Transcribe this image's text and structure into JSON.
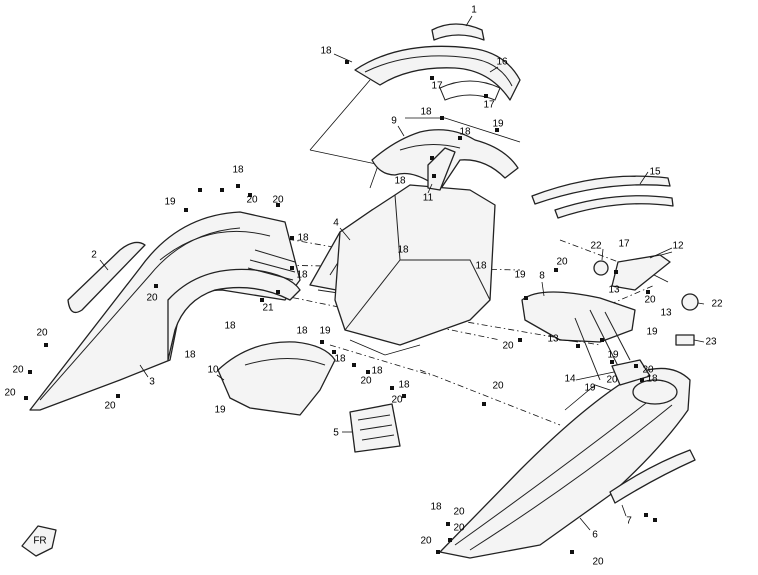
{
  "diagram": {
    "callouts": [
      {
        "id": "c1",
        "text": "1"
      },
      {
        "id": "c2",
        "text": "2"
      },
      {
        "id": "c3",
        "text": "3"
      },
      {
        "id": "c4",
        "text": "4"
      },
      {
        "id": "c5",
        "text": "5"
      },
      {
        "id": "c6",
        "text": "6"
      },
      {
        "id": "c7",
        "text": "7"
      },
      {
        "id": "c8",
        "text": "8"
      },
      {
        "id": "c9",
        "text": "9"
      },
      {
        "id": "c10",
        "text": "10"
      },
      {
        "id": "c11",
        "text": "11"
      },
      {
        "id": "c12",
        "text": "12"
      },
      {
        "id": "c13a",
        "text": "13"
      },
      {
        "id": "c13b",
        "text": "13"
      },
      {
        "id": "c13c",
        "text": "13"
      },
      {
        "id": "c14",
        "text": "14"
      },
      {
        "id": "c15",
        "text": "15"
      },
      {
        "id": "c16",
        "text": "16"
      },
      {
        "id": "c17a",
        "text": "17"
      },
      {
        "id": "c17b",
        "text": "17"
      },
      {
        "id": "c17c",
        "text": "17"
      },
      {
        "id": "c18a",
        "text": "18"
      },
      {
        "id": "c18b",
        "text": "18"
      },
      {
        "id": "c18c",
        "text": "18"
      },
      {
        "id": "c18d",
        "text": "18"
      },
      {
        "id": "c18e",
        "text": "18"
      },
      {
        "id": "c18f",
        "text": "18"
      },
      {
        "id": "c18g",
        "text": "18"
      },
      {
        "id": "c18h",
        "text": "18"
      },
      {
        "id": "c18i",
        "text": "18"
      },
      {
        "id": "c18j",
        "text": "18"
      },
      {
        "id": "c18k",
        "text": "18"
      },
      {
        "id": "c18l",
        "text": "18"
      },
      {
        "id": "c18m",
        "text": "18"
      },
      {
        "id": "c18n",
        "text": "18"
      },
      {
        "id": "c18o",
        "text": "18"
      },
      {
        "id": "c18p",
        "text": "18"
      },
      {
        "id": "c18q",
        "text": "18"
      },
      {
        "id": "c19a",
        "text": "19"
      },
      {
        "id": "c19b",
        "text": "19"
      },
      {
        "id": "c19c",
        "text": "19"
      },
      {
        "id": "c19d",
        "text": "19"
      },
      {
        "id": "c19e",
        "text": "19"
      },
      {
        "id": "c19f",
        "text": "19"
      },
      {
        "id": "c19g",
        "text": "19"
      },
      {
        "id": "c19h",
        "text": "19"
      },
      {
        "id": "c20a",
        "text": "20"
      },
      {
        "id": "c20b",
        "text": "20"
      },
      {
        "id": "c20c",
        "text": "20"
      },
      {
        "id": "c20d",
        "text": "20"
      },
      {
        "id": "c20e",
        "text": "20"
      },
      {
        "id": "c20f",
        "text": "20"
      },
      {
        "id": "c20g",
        "text": "20"
      },
      {
        "id": "c20h",
        "text": "20"
      },
      {
        "id": "c20i",
        "text": "20"
      },
      {
        "id": "c20j",
        "text": "20"
      },
      {
        "id": "c20k",
        "text": "20"
      },
      {
        "id": "c20l",
        "text": "20"
      },
      {
        "id": "c20m",
        "text": "20"
      },
      {
        "id": "c20n",
        "text": "20"
      },
      {
        "id": "c20o",
        "text": "20"
      },
      {
        "id": "c20p",
        "text": "20"
      },
      {
        "id": "c20q",
        "text": "20"
      },
      {
        "id": "c20r",
        "text": "20"
      },
      {
        "id": "c20s",
        "text": "20"
      },
      {
        "id": "c21",
        "text": "21"
      },
      {
        "id": "c22a",
        "text": "22"
      },
      {
        "id": "c22b",
        "text": "22"
      },
      {
        "id": "c23",
        "text": "23"
      }
    ],
    "direction_marker": "FR"
  }
}
